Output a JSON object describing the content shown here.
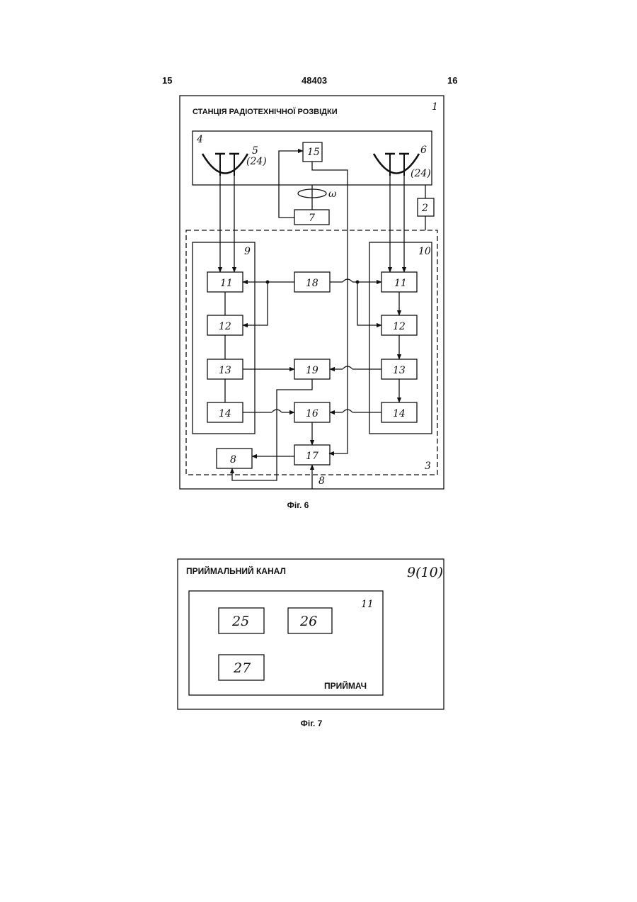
{
  "header": {
    "page_left": "15",
    "doc_number": "48403",
    "page_right": "16"
  },
  "fig6": {
    "title": "СТАНЦІЯ РАДІОТЕХНІЧНОЇ РОЗВІДКИ",
    "caption": "Фіг. 6",
    "labels": {
      "n1": "1",
      "n2": "2",
      "n3": "3",
      "n4": "4",
      "n5": "5",
      "n6": "6",
      "n7": "7",
      "n8": "8",
      "n9": "9",
      "n10": "10",
      "n11_left": "11",
      "n12_left": "12",
      "n13_left": "13",
      "n14_left": "14",
      "n11_right": "11",
      "n12_right": "12",
      "n13_right": "13",
      "n14_right": "14",
      "n15": "15",
      "n16": "16",
      "n17": "17",
      "n18": "18",
      "n19": "19",
      "n24_left": "(24)",
      "n24_right": "(24)",
      "omega": "ω",
      "input_b": "8"
    }
  },
  "fig7": {
    "title": "ПРИЙМАЛЬНИЙ КАНАЛ",
    "corner": "9(10)",
    "inner_number": "11",
    "receiver_label": "ПРИЙМАЧ",
    "caption": "Фіг. 7",
    "labels": {
      "n25": "25",
      "n26": "26",
      "n27": "27"
    }
  }
}
